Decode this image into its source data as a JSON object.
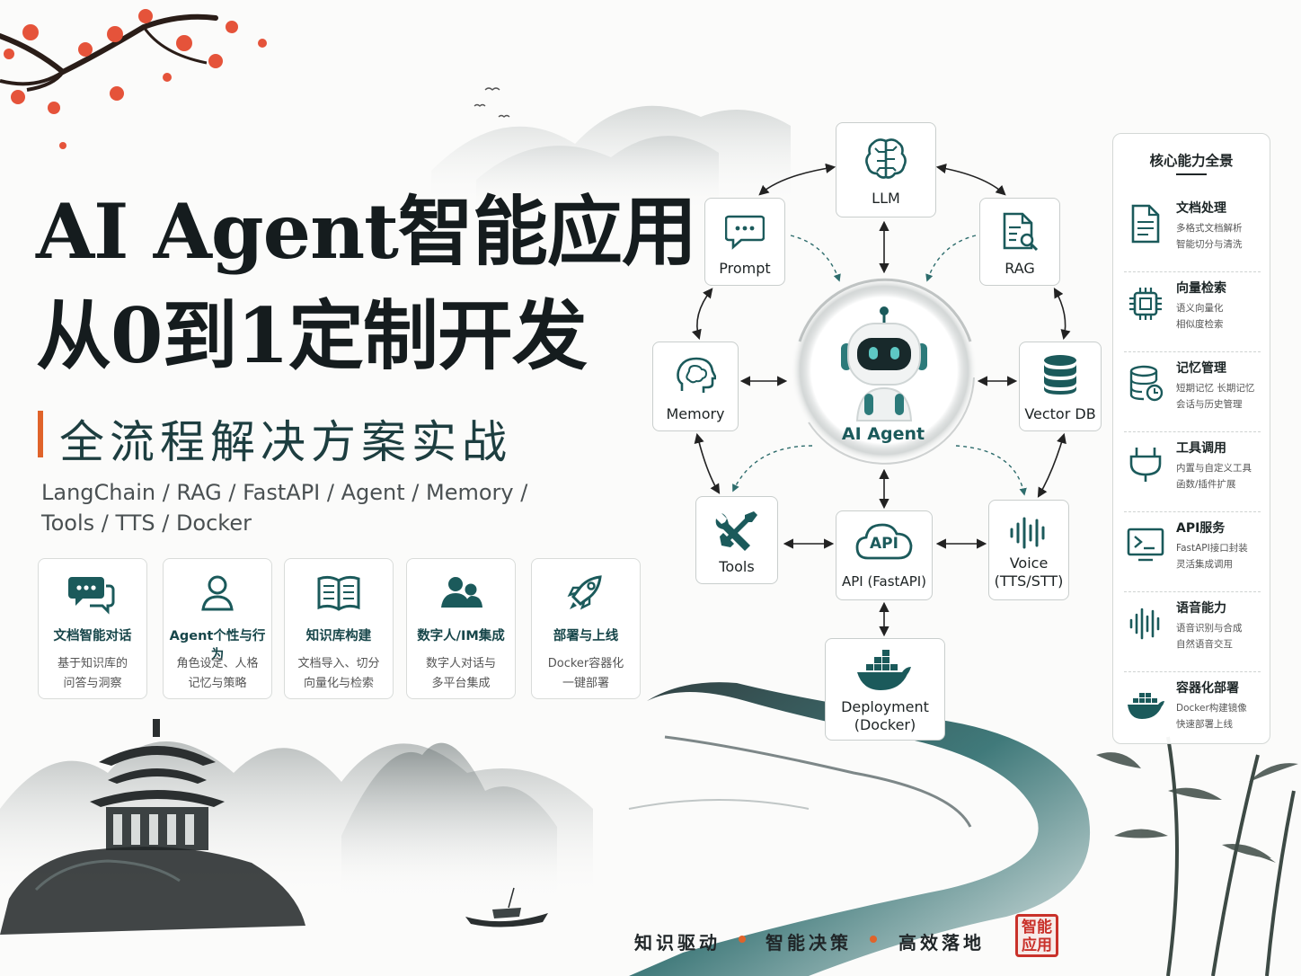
{
  "title": {
    "line1": "AI Agent智能应用",
    "line2": "从0到1定制开发"
  },
  "subtitle": "全流程解决方案实战",
  "tech_stack": {
    "line1": "LangChain  /  RAG  /  FastAPI  /  Agent  /  Memory  /",
    "line2": "Tools  /  TTS  /  Docker"
  },
  "feature_cards": [
    {
      "icon": "chat-bubbles-icon",
      "title": "文档智能对话",
      "desc1": "基于知识库的",
      "desc2": "问答与洞察"
    },
    {
      "icon": "user-icon",
      "title": "Agent个性与行为",
      "desc1": "角色设定、人格",
      "desc2": "记忆与策略"
    },
    {
      "icon": "book-icon",
      "title": "知识库构建",
      "desc1": "文档导入、切分",
      "desc2": "向量化与检索"
    },
    {
      "icon": "people-icon",
      "title": "数字人/IM集成",
      "desc1": "数字人对话与",
      "desc2": "多平台集成"
    },
    {
      "icon": "rocket-icon",
      "title": "部署与上线",
      "desc1": "Docker容器化",
      "desc2": "一键部署"
    }
  ],
  "diagram": {
    "center": "AI Agent",
    "nodes": {
      "llm": "LLM",
      "prompt": "Prompt",
      "rag": "RAG",
      "memory": "Memory",
      "vector_db": "Vector DB",
      "tools": "Tools",
      "api": "API (FastAPI)",
      "api_badge": "API",
      "voice_line1": "Voice",
      "voice_line2": "(TTS/STT)",
      "deploy_line1": "Deployment",
      "deploy_line2": "(Docker)"
    }
  },
  "panel": {
    "title": "核心能力全景",
    "items": [
      {
        "icon": "document-icon",
        "title": "文档处理",
        "desc1": "多格式文档解析",
        "desc2": "智能切分与清洗"
      },
      {
        "icon": "chip-icon",
        "title": "向量检索",
        "desc1": "语义向量化",
        "desc2": "相似度检索"
      },
      {
        "icon": "database-icon",
        "title": "记忆管理",
        "desc1": "短期记忆  长期记忆",
        "desc2": "会话与历史管理"
      },
      {
        "icon": "plug-icon",
        "title": "工具调用",
        "desc1": "内置与自定义工具",
        "desc2": "函数/插件扩展"
      },
      {
        "icon": "terminal-icon",
        "title": "API服务",
        "desc1": "FastAPI接口封装",
        "desc2": "灵活集成调用"
      },
      {
        "icon": "waveform-icon",
        "title": "语音能力",
        "desc1": "语音识别与合成",
        "desc2": "自然语音交互"
      },
      {
        "icon": "docker-whale-icon",
        "title": "容器化部署",
        "desc1": "Docker构建镜像",
        "desc2": "快速部署上线"
      }
    ]
  },
  "slogan": [
    "知识驱动",
    "智能决策",
    "高效落地"
  ],
  "seal": {
    "line1": "智能",
    "line2": "应用"
  },
  "colors": {
    "accent_orange": "#e0632a",
    "teal": "#1b5a5b",
    "seal_red": "#c9312a"
  }
}
